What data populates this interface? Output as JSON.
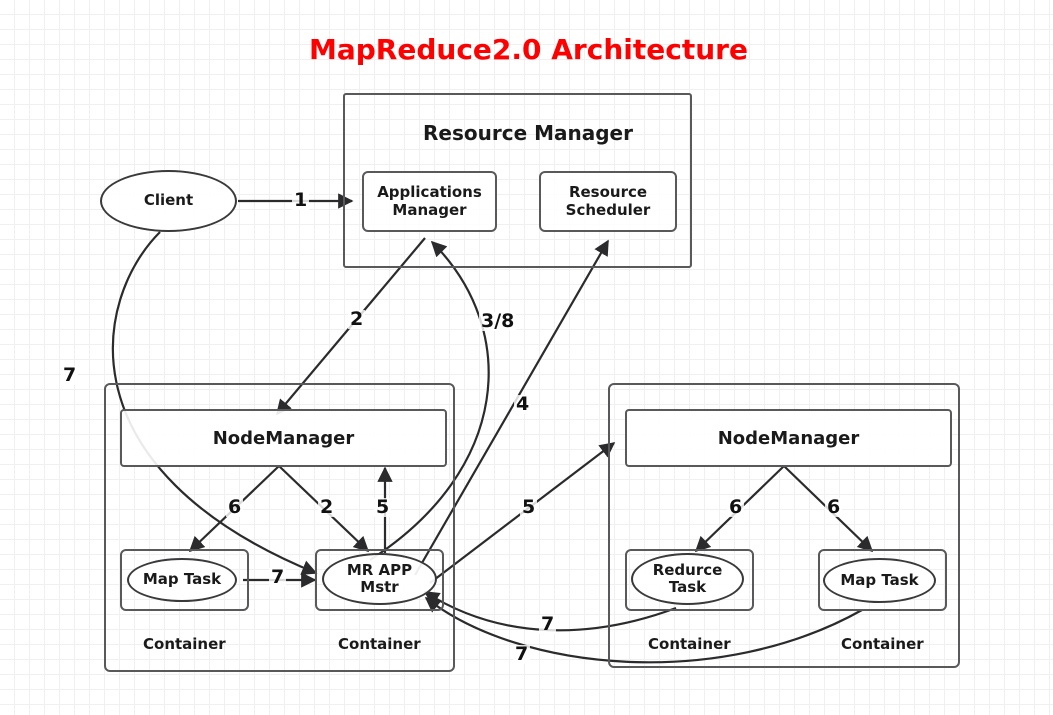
{
  "diagram": {
    "title": "MapReduce2.0 Architecture",
    "title_color": "#fe0000",
    "stroke_color": "#59595b",
    "background": "#ffffff",
    "grid": "15px light grid with 75px major lines"
  },
  "nodes": {
    "client": {
      "label": "Client",
      "shape": "ellipse"
    },
    "resource_manager": {
      "label": "Resource  Manager",
      "shape": "rect",
      "children": [
        {
          "label": "Applications\nManager",
          "line1": "Applications",
          "line2": "Manager",
          "shape": "rect"
        },
        {
          "label": "Resource\nScheduler",
          "line1": "Resource",
          "line2": "Scheduler",
          "shape": "rect"
        }
      ]
    },
    "node_manager_left": {
      "label": "NodeManager",
      "shape": "rect",
      "containers": [
        {
          "caption": "Container",
          "task": {
            "line1": "Map Task",
            "line2": "",
            "shape": "ellipse"
          }
        },
        {
          "caption": "Container",
          "task": {
            "line1": "MR  APP",
            "line2": "Mstr",
            "shape": "ellipse"
          }
        }
      ]
    },
    "node_manager_right": {
      "label": "NodeManager",
      "shape": "rect",
      "containers": [
        {
          "caption": "Container",
          "task": {
            "line1": "Redurce",
            "line2": "Task",
            "shape": "ellipse"
          }
        },
        {
          "caption": "Container",
          "task": {
            "line1": "Map Task",
            "line2": "",
            "shape": "ellipse"
          }
        }
      ]
    }
  },
  "edges": [
    {
      "id": "e1",
      "label": "1",
      "from": "client",
      "to": "applications-manager"
    },
    {
      "id": "e2a",
      "label": "2",
      "from": "node-manager-left",
      "to": "applications-manager"
    },
    {
      "id": "e38",
      "label": "3/8",
      "from": "mr-app-mstr",
      "to": "applications-manager"
    },
    {
      "id": "e4",
      "label": "4",
      "from": "mr-app-mstr",
      "to": "resource-scheduler"
    },
    {
      "id": "e2b",
      "label": "2",
      "from": "node-manager-left",
      "to": "mr-app-mstr"
    },
    {
      "id": "e5a",
      "label": "5",
      "from": "mr-app-mstr",
      "to": "node-manager-left"
    },
    {
      "id": "e5b",
      "label": "5",
      "from": "mr-app-mstr",
      "to": "node-manager-right"
    },
    {
      "id": "e6a",
      "label": "6",
      "from": "node-manager-left",
      "to": "map-task-left"
    },
    {
      "id": "e6b",
      "label": "6",
      "from": "node-manager-right",
      "to": "redurce-task"
    },
    {
      "id": "e6c",
      "label": "6",
      "from": "node-manager-right",
      "to": "map-task-right"
    },
    {
      "id": "e7a",
      "label": "7",
      "from": "client",
      "to": "mr-app-mstr"
    },
    {
      "id": "e7b",
      "label": "7",
      "from": "map-task-left",
      "to": "mr-app-mstr"
    },
    {
      "id": "e7c",
      "label": "7",
      "from": "redurce-task",
      "to": "mr-app-mstr"
    },
    {
      "id": "e7d",
      "label": "7",
      "from": "map-task-right",
      "to": "mr-app-mstr"
    }
  ]
}
